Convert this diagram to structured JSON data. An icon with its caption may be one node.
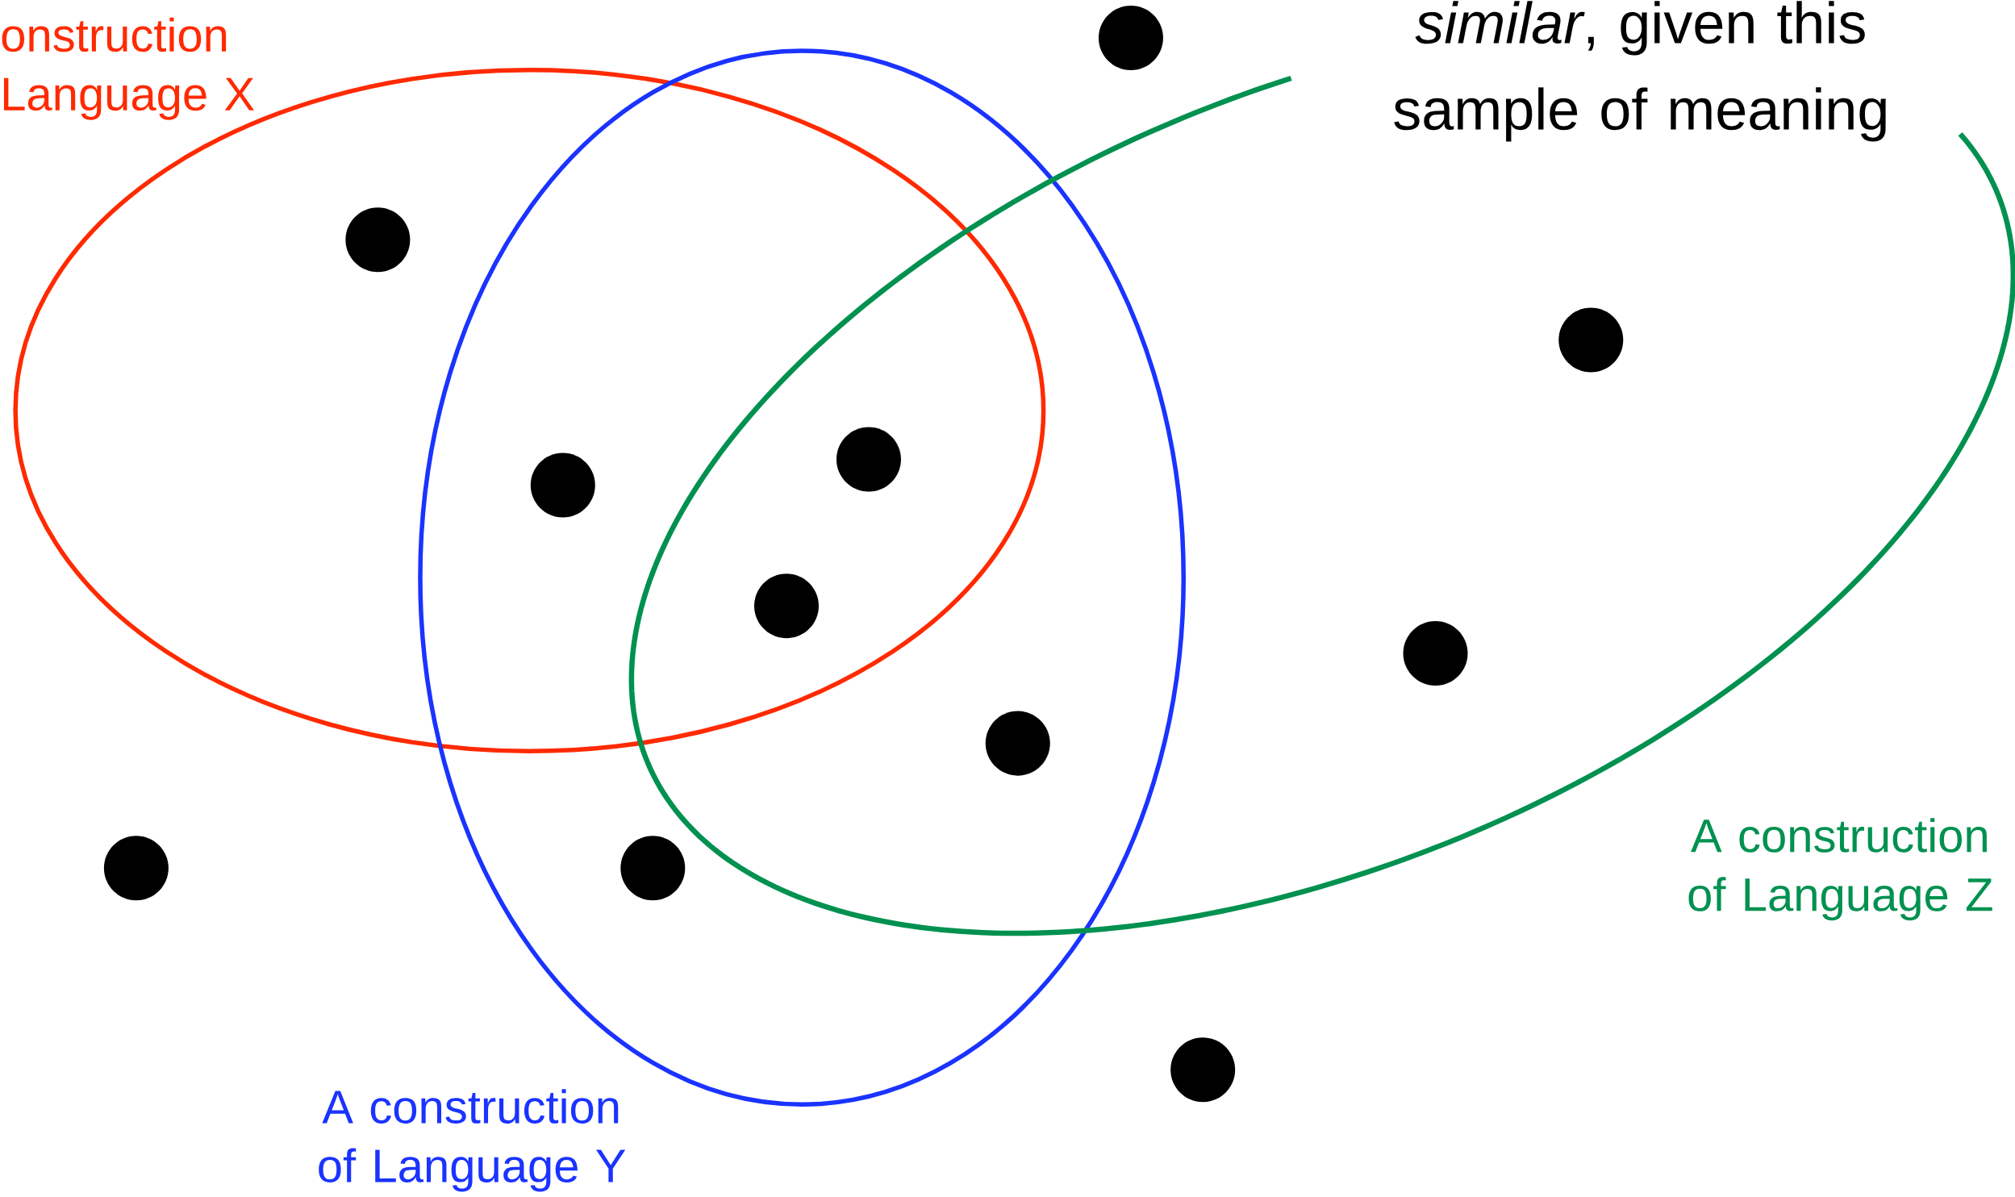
{
  "diagram": {
    "nodes": [
      {
        "text": [
          "onstruction Language X"
        ]
      },
      {
        "text": [
          "A construction of Language Y"
        ]
      },
      {
        "text": [
          "A construction of Language Z"
        ]
      },
      {
        "text": [],
        "shape": "circle"
      },
      {
        "text": [],
        "shape": "circle",
        "in": 0
      },
      {
        "text": [],
        "shape": "circle",
        "in": 2
      },
      {
        "text": [],
        "shape": "circle"
      },
      {
        "text": [],
        "shape": "circle"
      },
      {
        "text": [],
        "shape": "circle"
      },
      {
        "text": [],
        "shape": "circle",
        "in": 2
      },
      {
        "text": [],
        "shape": "circle"
      },
      {
        "text": [],
        "shape": "circle"
      },
      {
        "text": [],
        "shape": "circle",
        "in": 1
      },
      {
        "text": [],
        "shape": "circle"
      }
    ],
    "labels": [
      "*similar*, given this sample of meaning"
    ]
  }
}
